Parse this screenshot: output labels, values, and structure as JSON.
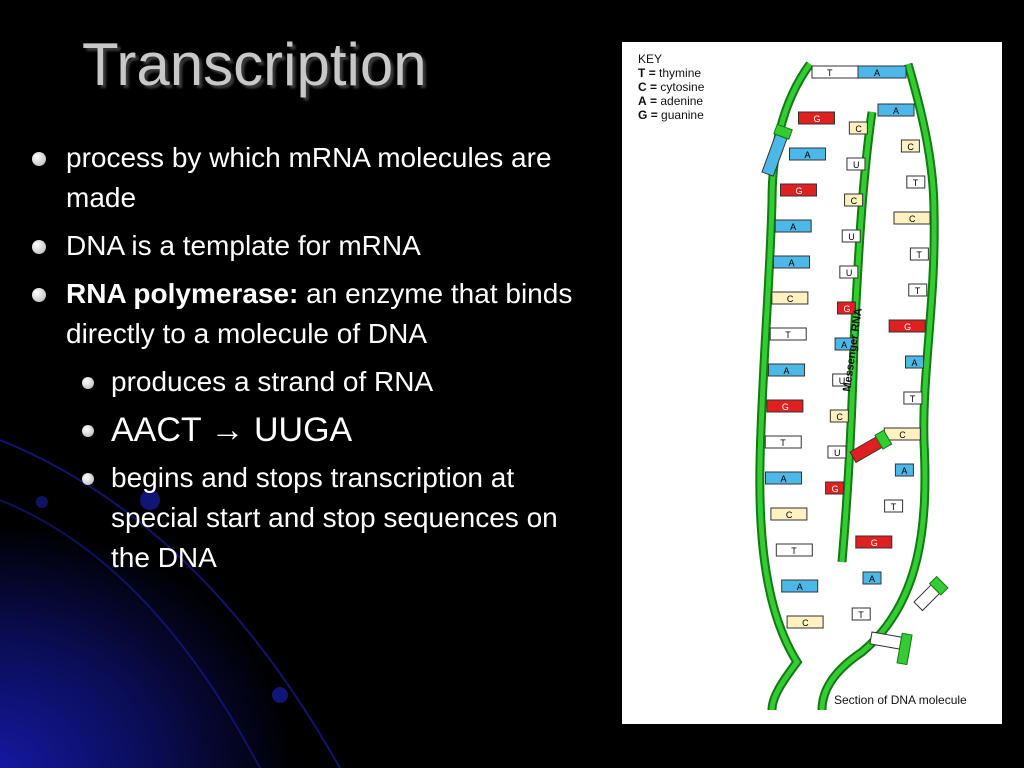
{
  "slide": {
    "title": "Transcription",
    "bullets": [
      {
        "text": "process by which mRNA molecules are made"
      },
      {
        "text": "DNA is a template for mRNA"
      },
      {
        "bold": "RNA polymerase:",
        "text": " an enzyme that binds directly to a molecule of DNA"
      }
    ],
    "sub_bullets": [
      {
        "text": "produces a strand of RNA"
      },
      {
        "left": "AACT",
        "arrow": "→",
        "right": "UUGA"
      },
      {
        "text": "begins and stops transcription at special start and stop sequences on the DNA"
      }
    ]
  },
  "diagram": {
    "key_title": "KEY",
    "key": [
      {
        "letter": "T",
        "eq": "=",
        "name": "thymine"
      },
      {
        "letter": "C",
        "eq": "=",
        "name": "cytosine"
      },
      {
        "letter": "A",
        "eq": "=",
        "name": "adenine"
      },
      {
        "letter": "G",
        "eq": "=",
        "name": "guanine"
      }
    ],
    "messenger_label": "Messenger RNA",
    "dna_label": "Section of DNA molecule",
    "colors": {
      "backbone": "#22bb22",
      "thymine": "#ffffff",
      "cytosine": "#fff2c0",
      "adenine": "#4cb8e8",
      "guanine": "#e02020"
    },
    "left_strand_bases": [
      "G",
      "A",
      "G",
      "A",
      "A",
      "C",
      "T",
      "A",
      "G",
      "T",
      "A",
      "C",
      "T",
      "A",
      "C"
    ],
    "right_strand_bases": [
      "A",
      "C",
      "T",
      "C",
      "T",
      "T",
      "G",
      "A",
      "T",
      "C",
      "A",
      "T",
      "G",
      "A",
      "T"
    ],
    "rna_bases": [
      "C",
      "U",
      "C",
      "U",
      "U",
      "G",
      "A",
      "U",
      "C",
      "U",
      "G"
    ]
  }
}
